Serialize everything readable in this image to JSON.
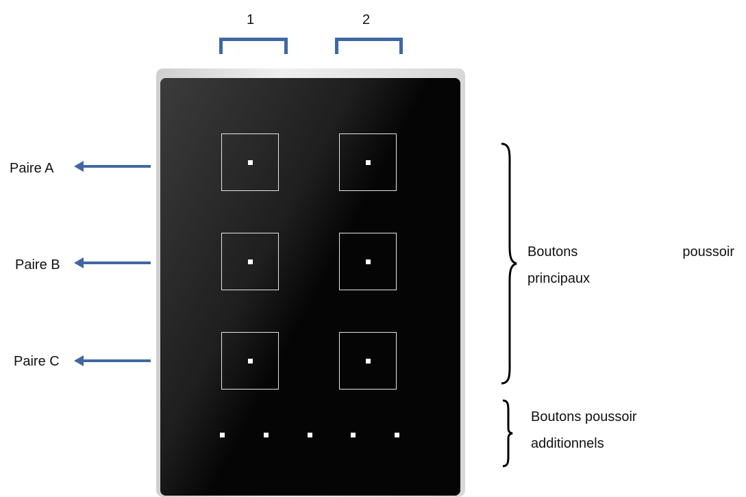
{
  "columns": [
    "1",
    "2"
  ],
  "pairs": [
    "Paire A",
    "Paire B",
    "Paire C"
  ],
  "main_buttons_label": {
    "word1": "Boutons",
    "word2": "poussoir",
    "line2": "principaux"
  },
  "additional_buttons_label": {
    "line1": "Boutons poussoir",
    "line2": "additionnels"
  },
  "colors": {
    "accent": "#3f67a3",
    "panel": "#050505",
    "led": "#ffffff"
  }
}
